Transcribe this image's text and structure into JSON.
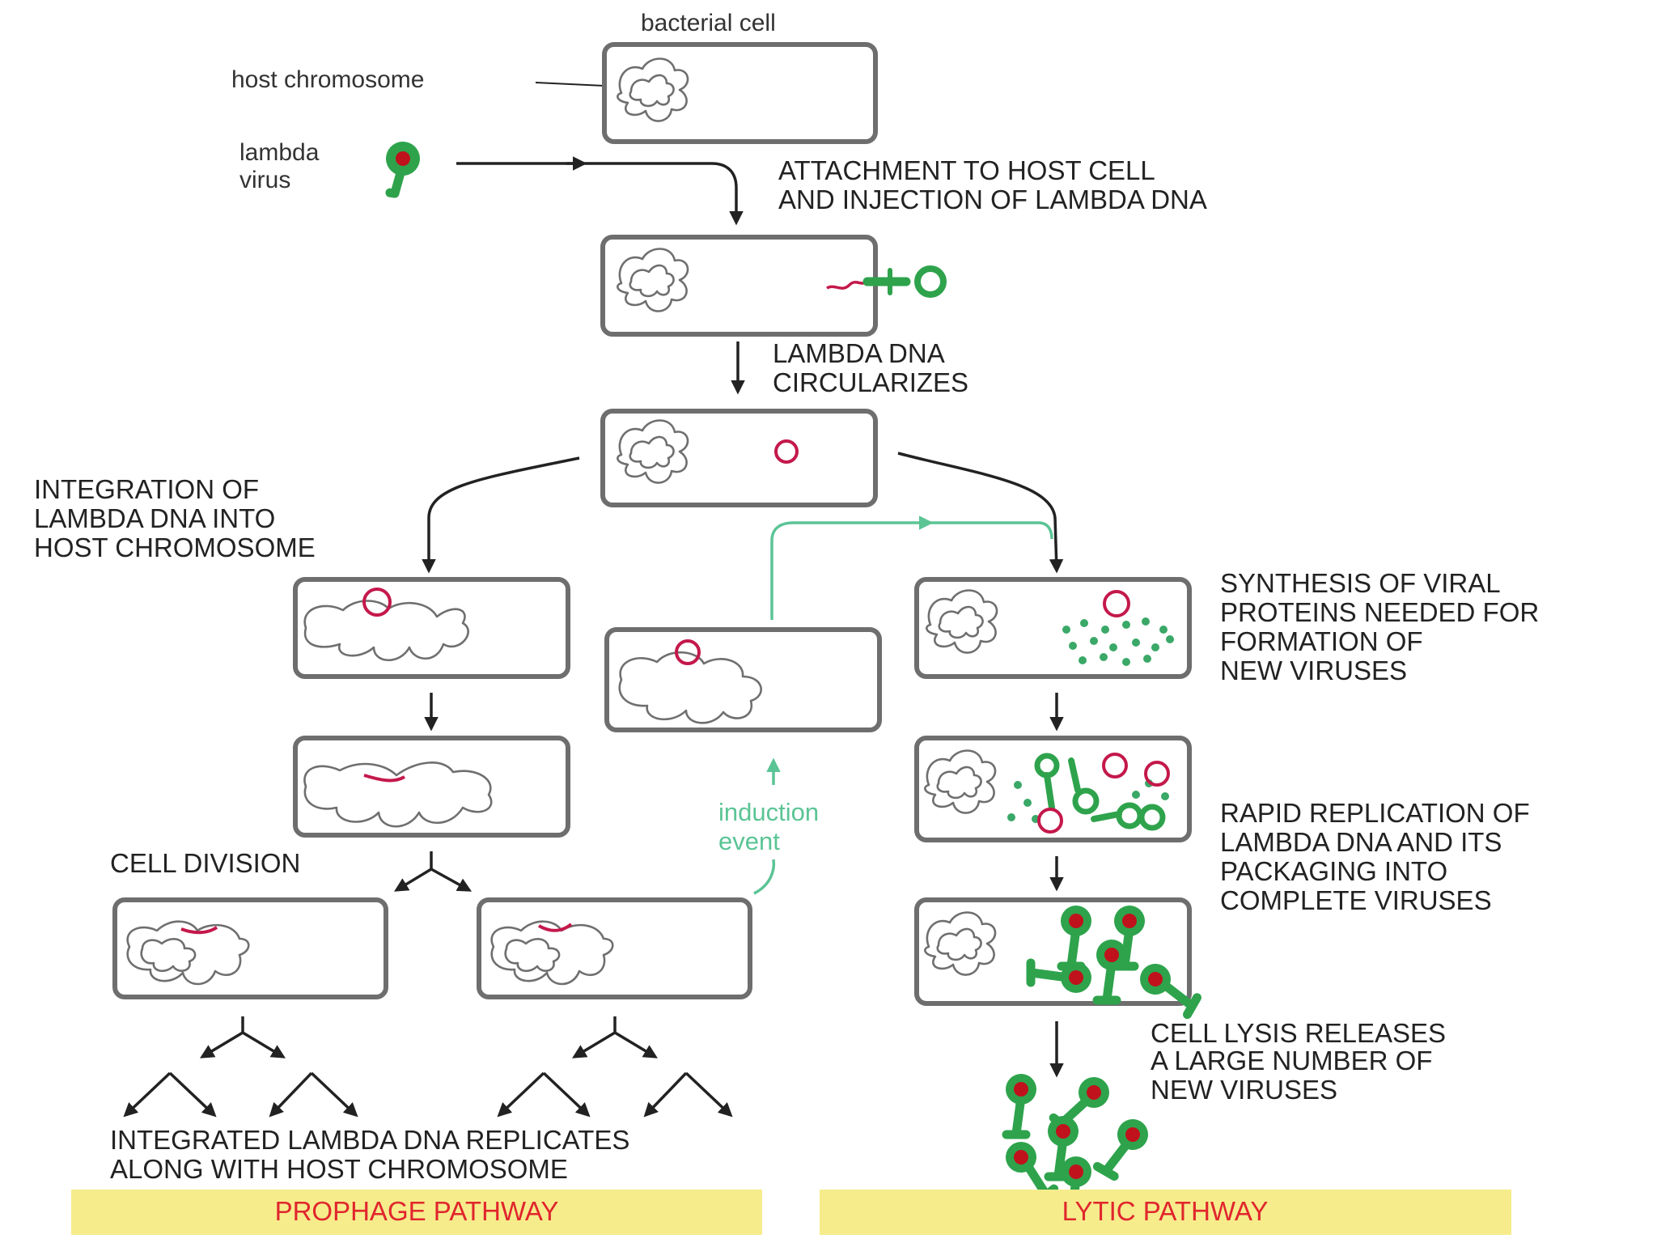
{
  "labels": {
    "bacterial_cell": "bacterial cell",
    "host_chromosome": "host chromosome",
    "lambda_virus": [
      "lambda",
      "virus"
    ],
    "attachment": [
      "ATTACHMENT TO HOST CELL",
      "AND INJECTION OF LAMBDA DNA"
    ],
    "circularizes": [
      "LAMBDA DNA",
      "CIRCULARIZES"
    ],
    "integration": [
      "INTEGRATION OF",
      "LAMBDA DNA INTO",
      "HOST CHROMOSOME"
    ],
    "synthesis": [
      "SYNTHESIS OF VIRAL",
      "PROTEINS NEEDED FOR",
      "FORMATION OF",
      "NEW VIRUSES"
    ],
    "induction": [
      "induction",
      "event"
    ],
    "cell_division": "CELL DIVISION",
    "rapid_replication": [
      "RAPID REPLICATION OF",
      "LAMBDA DNA AND ITS",
      "PACKAGING INTO",
      "COMPLETE VIRUSES"
    ],
    "cell_lysis": [
      "CELL LYSIS RELEASES",
      "A LARGE NUMBER OF",
      "NEW VIRUSES"
    ],
    "integrated_replicates": [
      "INTEGRATED LAMBDA DNA REPLICATES",
      "ALONG WITH HOST CHROMOSOME"
    ]
  },
  "pathways": {
    "prophage": "PROPHAGE PATHWAY",
    "lytic": "LYTIC PATHWAY"
  },
  "colors": {
    "dna_red": "#c4184b",
    "virus_green": "#2ea34c",
    "induction_green": "#5bc495",
    "banner_yellow": "#f6ec8c",
    "banner_text": "#e0262d"
  }
}
